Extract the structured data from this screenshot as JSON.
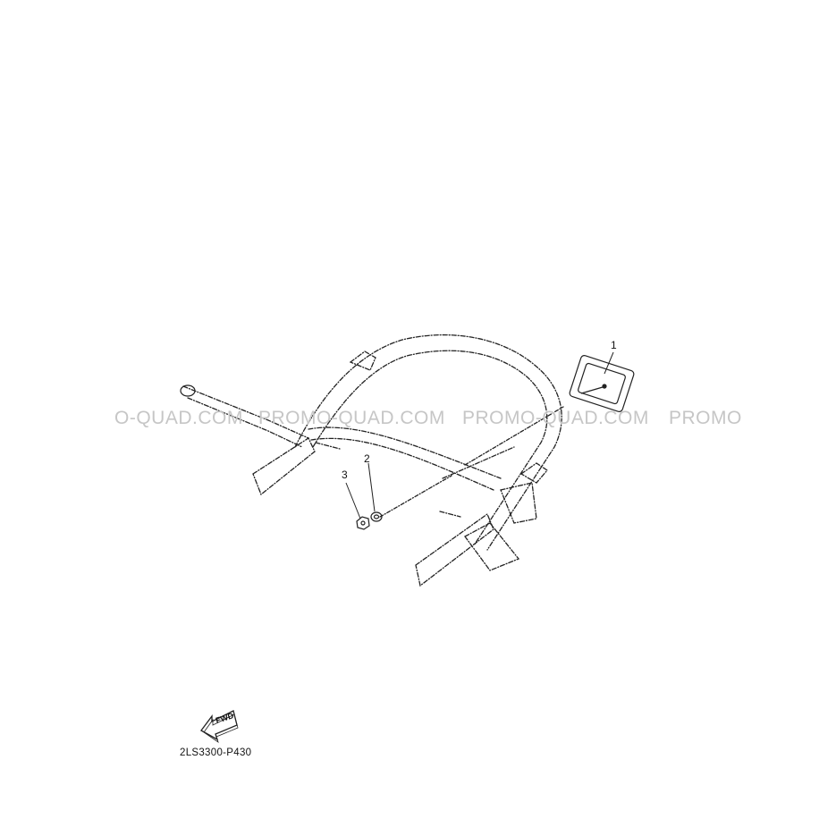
{
  "watermarks": [
    "O-QUAD.COM",
    "PROMO-QUAD.COM",
    "PROMO-QUAD.COM",
    "PROMO"
  ],
  "callouts": {
    "part_1": "1",
    "part_2": "2",
    "part_3": "3"
  },
  "direction_badge": {
    "label": "FWD",
    "icon": "fwd-arrow-icon"
  },
  "diagram_code": "2LS3300-P430",
  "colors": {
    "line": "#222222",
    "watermark": "#c6c6c6",
    "background": "#ffffff"
  }
}
